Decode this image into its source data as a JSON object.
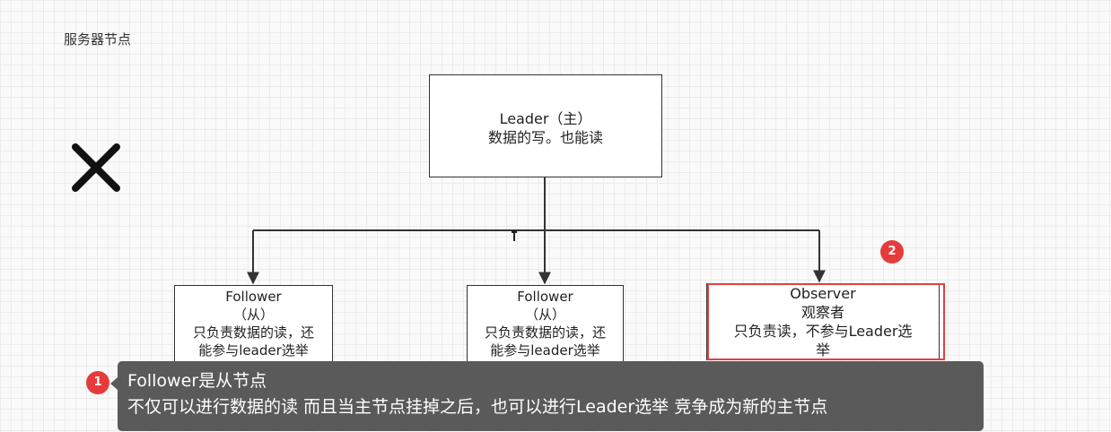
{
  "canvas": {
    "title": "服务器节点"
  },
  "leader": {
    "line1": "Leader（主）",
    "line2": "数据的写。也能读"
  },
  "followers": [
    {
      "line1": "Follower",
      "line2": "（从）",
      "line3": "只负责数据的读，还",
      "line4": "能参与leader选举"
    },
    {
      "line1": "Follower",
      "line2": "（从）",
      "line3": "只负责数据的读，还",
      "line4": "能参与leader选举"
    }
  ],
  "observer": {
    "line1": "Observer",
    "line2": "观察者",
    "line3": "只负责读，不参与Leader选",
    "line4": "举"
  },
  "badges": {
    "one": "1",
    "two": "2"
  },
  "tooltip": {
    "line1": "Follower是从节点",
    "line2": "不仅可以进行数据的读 而且当主节点挂掉之后，也可以进行Leader选举 竞争成为新的主节点"
  },
  "icons": {
    "close": "close-icon",
    "cursor": "text-cursor-icon"
  },
  "colors": {
    "highlight": "#e34040",
    "badge": "#e63b3b",
    "tooltip_bg": "#5a5a5a"
  }
}
